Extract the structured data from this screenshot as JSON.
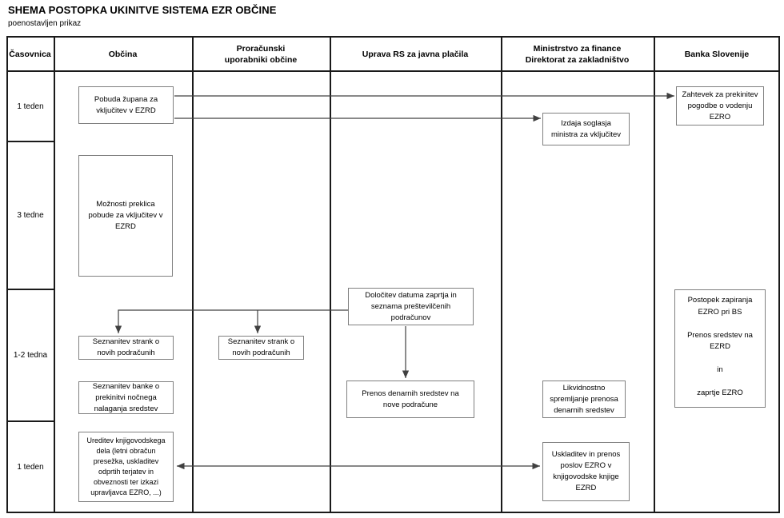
{
  "title": "SHEMA POSTOPKA UKINITVE SISTEMA EZR OBČINE",
  "subtitle": "poenostavljen prikaz",
  "lanes": [
    "Časovnica",
    "Občina",
    "Proračunski\nuporabniki občine",
    "Uprava RS za javna plačila",
    "Ministrstvo za finance\nDirektorat za zakladništvo",
    "Banka Slovenije"
  ],
  "timeline": [
    "1 teden",
    "3 tedne",
    "1-2 tedna",
    "1 teden"
  ],
  "nodes": {
    "pobuda": {
      "lane": "Občina",
      "row": "1 teden",
      "text": "Pobuda župana za\nvključitev v EZRD"
    },
    "zahtevek": {
      "lane": "Banka Slovenije",
      "row": "1 teden",
      "text": "Zahtevek za prekinitev\npogodbe o vodenju\nEZRO"
    },
    "izdaja": {
      "lane": "Ministrstvo za finance Direktorat za zakladništvo",
      "row": "1 teden",
      "text": "Izdaja soglasja\nministra za vključitev"
    },
    "moznosti": {
      "lane": "Občina",
      "row": "3 tedne",
      "text": "Možnosti preklica\npobude za vključitev v\nEZRD"
    },
    "dolocitev": {
      "lane": "Uprava RS za javna plačila",
      "row": "1-2 tedna",
      "text": "Določitev datuma zaprtja in\nseznama preštevilčenih\npodračunov"
    },
    "seznanitev_obcina": {
      "lane": "Občina",
      "row": "1-2 tedna",
      "text": "Seznanitev strank o\nnovih podračunih"
    },
    "seznanitev_pu": {
      "lane": "Proračunski uporabniki občine",
      "row": "1-2 tedna",
      "text": "Seznanitev strank o\nnovih podračunih"
    },
    "seznanitev_banke": {
      "lane": "Občina",
      "row": "1-2 tedna",
      "text": "Seznanitev banke o\nprekinitvi nočnega\nnalaganja sredstev"
    },
    "prenos": {
      "lane": "Uprava RS za javna plačila",
      "row": "1-2 tedna",
      "text": "Prenos denarnih sredstev na\nnove podračune"
    },
    "likvidnostno": {
      "lane": "Ministrstvo za finance Direktorat za zakladništvo",
      "row": "1-2 tedna",
      "text": "Likvidnostno\nspremljanje prenosa\ndenarnih sredstev"
    },
    "postopek": {
      "lane": "Banka Slovenije",
      "row": "1-2 tedna",
      "text": "Postopek zapiranja\nEZRO pri BS\n\nPrenos sredstev na EZRD\n\nin\n\nzaprtje EZRO"
    },
    "ureditev": {
      "lane": "Občina",
      "row": "1 teden",
      "text": "Ureditev knjigovodskega\ndela (letni obračun\npresežka, uskladitev\nodprtih terjatev in\nobveznosti ter izkazi\nupravljavca EZRO, ...)"
    },
    "uskladitev": {
      "lane": "Ministrstvo za finance Direktorat za zakladništvo",
      "row": "1 teden",
      "text": "Uskladitev in prenos\nposlov EZRO v\nknjigovodske knjige\nEZRD"
    }
  },
  "connections": [
    {
      "from": "pobuda",
      "to": "zahtevek",
      "bidirectional": false
    },
    {
      "from": "pobuda",
      "to": "izdaja",
      "bidirectional": false
    },
    {
      "from": "dolocitev",
      "to": "seznanitev_obcina",
      "bidirectional": false
    },
    {
      "from": "dolocitev",
      "to": "seznanitev_pu",
      "bidirectional": false
    },
    {
      "from": "dolocitev",
      "to": "prenos",
      "bidirectional": false
    },
    {
      "from": "ureditev",
      "to": "uskladitev",
      "bidirectional": true
    }
  ],
  "colors": {
    "background": "#ffffff",
    "grid": "#1a1a1a",
    "box_border": "#808080",
    "arrow": "#404040",
    "text": "#000000"
  }
}
